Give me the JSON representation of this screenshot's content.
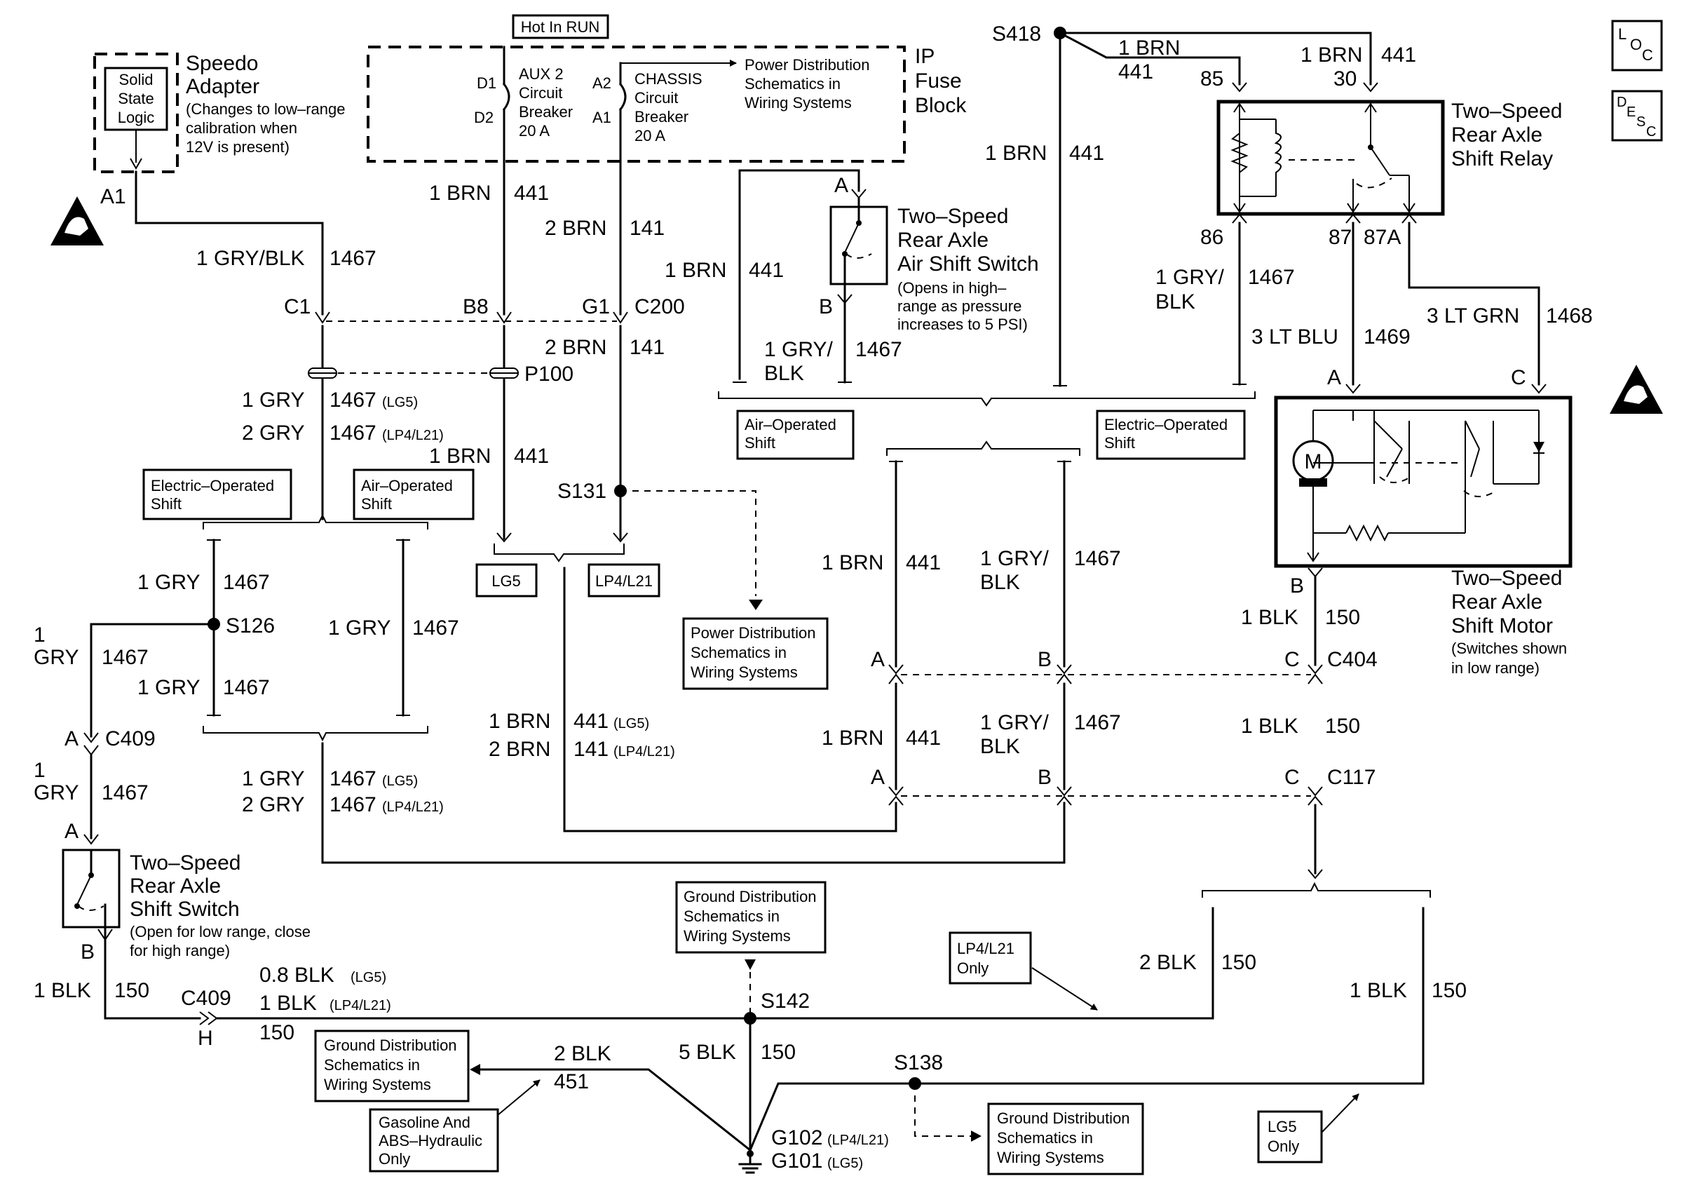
{
  "speedo": {
    "box": [
      "Solid",
      "State",
      "Logic"
    ],
    "title": [
      "Speedo",
      "Adapter"
    ],
    "note": [
      "(Changes to low–range",
      "calibration when",
      "12V is present)"
    ],
    "pin": "A1"
  },
  "ip_fuse": {
    "hot_label": "Hot In RUN",
    "title": [
      "IP",
      "Fuse",
      "Block"
    ],
    "aux": [
      "AUX 2",
      "Circuit",
      "Breaker",
      "20 A"
    ],
    "aux_pins": [
      "D1",
      "D2"
    ],
    "chassis": [
      "CHASSIS",
      "Circuit",
      "Breaker",
      "20 A"
    ],
    "chassis_pins": [
      "A2",
      "A1"
    ],
    "pds": [
      "Power Distribution",
      "Schematics in",
      "Wiring Systems"
    ]
  },
  "relay": {
    "splice": "S418",
    "wire_top1": {
      "name": "1 BRN",
      "num": "441"
    },
    "wire_top2": {
      "name": "1 BRN",
      "num": "441"
    },
    "pins_top": [
      "85",
      "30"
    ],
    "title": [
      "Two–Speed",
      "Rear Axle",
      "Shift Relay"
    ],
    "pins_bottom": [
      "86",
      "87",
      "87A"
    ],
    "wire_drop": {
      "name": "1 BRN",
      "num": "441"
    }
  },
  "air_switch": {
    "pin_a": "A",
    "pin_b": "B",
    "title": [
      "Two–Speed",
      "Rear Axle",
      "Air Shift Switch"
    ],
    "note": [
      "(Opens in high–",
      "range as pressure",
      "increases to 5 PSI)"
    ],
    "wire_in": {
      "name": "1 BRN",
      "num": "441"
    },
    "wire_out": {
      "name": [
        "1 GRY/",
        "BLK"
      ],
      "num": "1467"
    }
  },
  "motor": {
    "pins_top": [
      "A",
      "C"
    ],
    "title": [
      "Two–Speed",
      "Rear Axle",
      "Shift Motor"
    ],
    "note": [
      "(Switches shown",
      "in low range)"
    ],
    "pin_b": "B",
    "wire_a": {
      "name": "3 LT BLU",
      "num": "1469"
    },
    "wire_c": {
      "name": "3 LT GRN",
      "num": "1468"
    },
    "wire_86": {
      "name": [
        "1 GRY/",
        "BLK"
      ],
      "num": "1467"
    },
    "symbol": "M"
  },
  "icons": {
    "loc": [
      "L",
      "O",
      "C"
    ],
    "desc": [
      "D",
      "E",
      "S",
      "C"
    ]
  },
  "left": {
    "wire_1467": {
      "name": "1 GRY/BLK",
      "num": "1467"
    },
    "c1": "C1",
    "b8": "B8",
    "g1": "G1",
    "c200": "C200",
    "p100": "P100",
    "aux_wire": {
      "name": "1 BRN",
      "num": "441"
    },
    "ch_wire": {
      "name": "2 BRN",
      "num": "141"
    },
    "ch_wire2": {
      "name": "2 BRN",
      "num": "141"
    },
    "gry_lg5": {
      "name": "1 GRY",
      "num": "1467",
      "opt": "(LG5)"
    },
    "gry_lp4": {
      "name": "2 GRY",
      "num": "1467",
      "opt": "(LP4/L21)"
    },
    "brn_p100": {
      "name": "1 BRN",
      "num": "441"
    },
    "s131": "S131",
    "opt_electric": [
      "Electric–Operated",
      "Shift"
    ],
    "opt_air": [
      "Air–Operated",
      "Shift"
    ],
    "opt_lg5": "LG5",
    "opt_lp4": "LP4/L21",
    "pds2": [
      "Power Distribution",
      "Schematics in",
      "Wiring Systems"
    ],
    "s126": "S126",
    "w_s126_top": {
      "name": "1 GRY",
      "num": "1467"
    },
    "w_s126_left": {
      "name": [
        "1",
        "GRY"
      ],
      "num": "1467"
    },
    "w_s126_bot": {
      "name": "1 GRY",
      "num": "1467"
    },
    "w_air": {
      "name": "1 GRY",
      "num": "1467"
    },
    "c409": "C409",
    "pin_a": "A",
    "w_c409": {
      "name": [
        "1",
        "GRY"
      ],
      "num": "1467"
    },
    "bot_lg5": {
      "name": "1 GRY",
      "num": "1467",
      "opt": "(LG5)"
    },
    "bot_lp4": {
      "name": "2 GRY",
      "num": "1467",
      "opt": "(LP4/L21)"
    },
    "mid_lg5": {
      "name": "1 BRN",
      "num": "441",
      "opt": "(LG5)"
    },
    "mid_lp4": {
      "name": "2 BRN",
      "num": "141",
      "opt": "(LP4/L21)"
    }
  },
  "center": {
    "opt_air": [
      "Air–Operated",
      "Shift"
    ],
    "opt_electric": [
      "Electric–Operated",
      "Shift"
    ],
    "w_brn1": {
      "name": "1 BRN",
      "num": "441"
    },
    "w_gry1": {
      "name": [
        "1 GRY/",
        "BLK"
      ],
      "num": "1467"
    },
    "w_brn2": {
      "name": "1 BRN",
      "num": "441"
    },
    "w_gry2": {
      "name": [
        "1 GRY/",
        "BLK"
      ],
      "num": "1467"
    },
    "c404_pins": [
      "A",
      "B",
      "C"
    ],
    "c404": "C404",
    "c117_pins": [
      "A",
      "B",
      "C"
    ],
    "c117": "C117",
    "w_blk1": {
      "name": "1 BLK",
      "num": "150"
    },
    "w_blk2": {
      "name": "1 BLK",
      "num": "150"
    }
  },
  "switch": {
    "title": [
      "Two–Speed",
      "Rear Axle",
      "Shift Switch"
    ],
    "note": [
      "(Open for low range, close",
      "for high range)"
    ],
    "pin_a": "A",
    "pin_b": "B"
  },
  "ground": {
    "w_sw": {
      "name": "1 BLK",
      "num": "150"
    },
    "c409": "C409",
    "pin_h": "H",
    "w_lg5": {
      "name": "0.8 BLK",
      "opt": "(LG5)"
    },
    "w_lp4": {
      "name": "1 BLK",
      "opt": "(LP4/L21)"
    },
    "w_num": "150",
    "gds_top": [
      "Ground Distribution",
      "Schematics in",
      "Wiring Systems"
    ],
    "s142": "S142",
    "lp4_only": [
      "LP4/L21",
      "Only"
    ],
    "w_right": {
      "name": "2 BLK",
      "num": "150"
    },
    "w_right2": {
      "name": "1 BLK",
      "num": "150"
    },
    "gds_left": [
      "Ground Distribution",
      "Schematics in",
      "Wiring Systems"
    ],
    "w_451": {
      "name": "2 BLK",
      "num": "451"
    },
    "w_5blk": {
      "name": "5 BLK",
      "num": "150"
    },
    "gas_abs": [
      "Gasoline And",
      "ABS–Hydraulic",
      "Only"
    ],
    "s138": "S138",
    "g102": {
      "name": "G102",
      "opt": "(LP4/L21)"
    },
    "g101": {
      "name": "G101",
      "opt": "(LG5)"
    },
    "gds_right": [
      "Ground Distribution",
      "Schematics in",
      "Wiring Systems"
    ],
    "lg5_only": [
      "LG5",
      "Only"
    ]
  }
}
